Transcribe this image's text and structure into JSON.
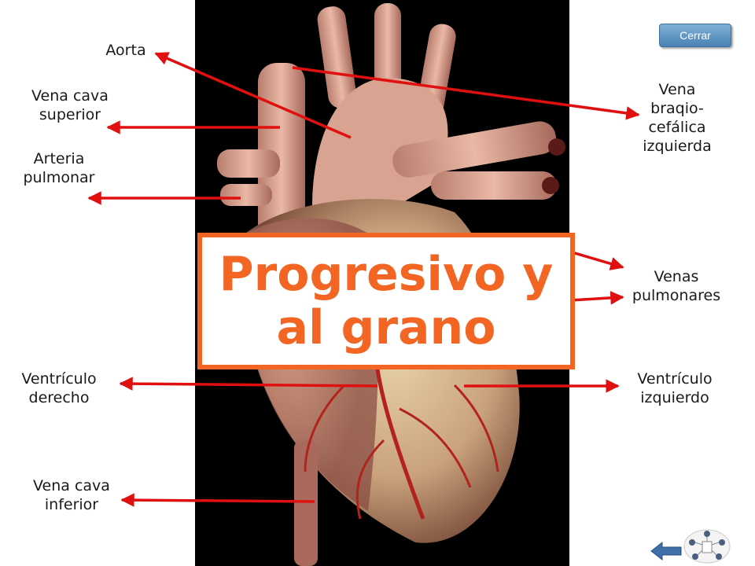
{
  "labels": {
    "aorta": "Aorta",
    "vena_cava_superior": "Vena cava\nsuperior",
    "arteria_pulmonar": "Arteria\npulmonar",
    "vena_braquiocefalica": "Vena\nbraqio-\ncefálica\nizquierda",
    "venas_pulmonares": "Venas\npulmonares",
    "ventriculo_derecho": "Ventrículo\nderecho",
    "ventriculo_izquierdo": "Ventrículo\nizquierdo",
    "vena_cava_inferior": "Vena cava\ninferior"
  },
  "close_button": {
    "label": "Cerrar"
  },
  "callout": {
    "line1": "Progresivo y",
    "line2": "al grano"
  },
  "colors": {
    "arrow": "#e01010",
    "callout": "#f26522",
    "button": "#5b8fc1",
    "panel": "#000000"
  },
  "icons": {
    "back": "arrow-left-icon",
    "map": "sitemap-icon"
  }
}
